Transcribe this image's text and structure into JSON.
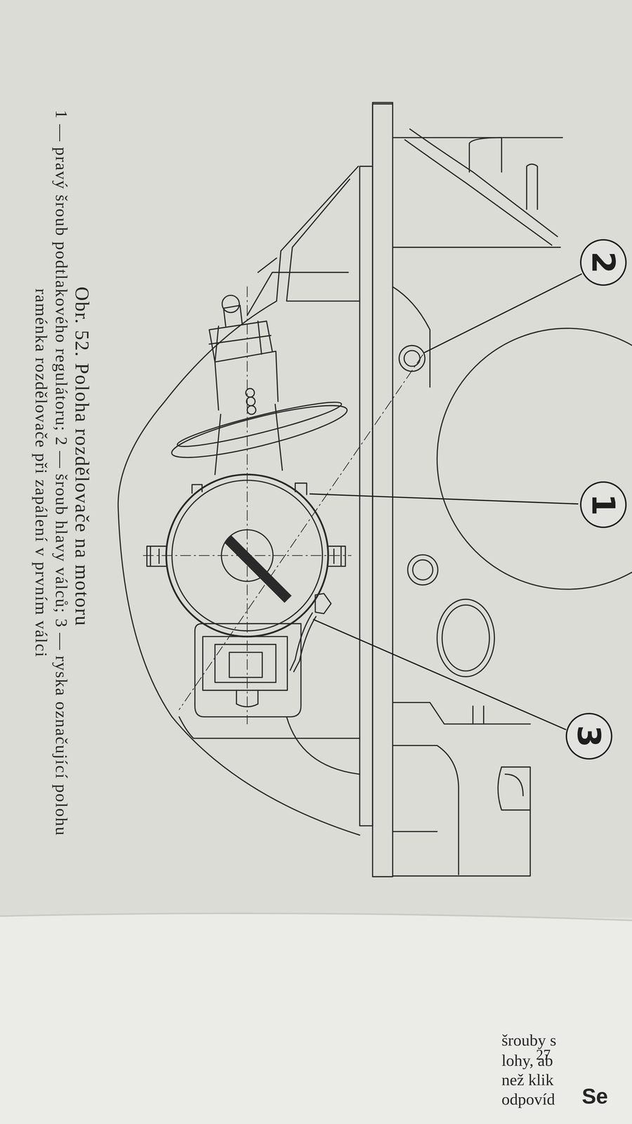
{
  "diagram": {
    "caption": "Obr. 52. Poloha rozdělovače na motoru",
    "nodes": [
      {
        "text": [
          "2"
        ]
      },
      {
        "text": [
          "1"
        ]
      },
      {
        "text": [
          "3"
        ]
      }
    ],
    "labels": [
      "1 — pravý šroub podtlakového regulátoru; 2 — šroub hlavy válců; 3 — ryska označující polohu raménka rozdělovače při zapálení v prvním válci",
      "Se",
      "27",
      "šrouby s",
      "lohy, ab",
      "než klik",
      "odpovíd"
    ]
  }
}
